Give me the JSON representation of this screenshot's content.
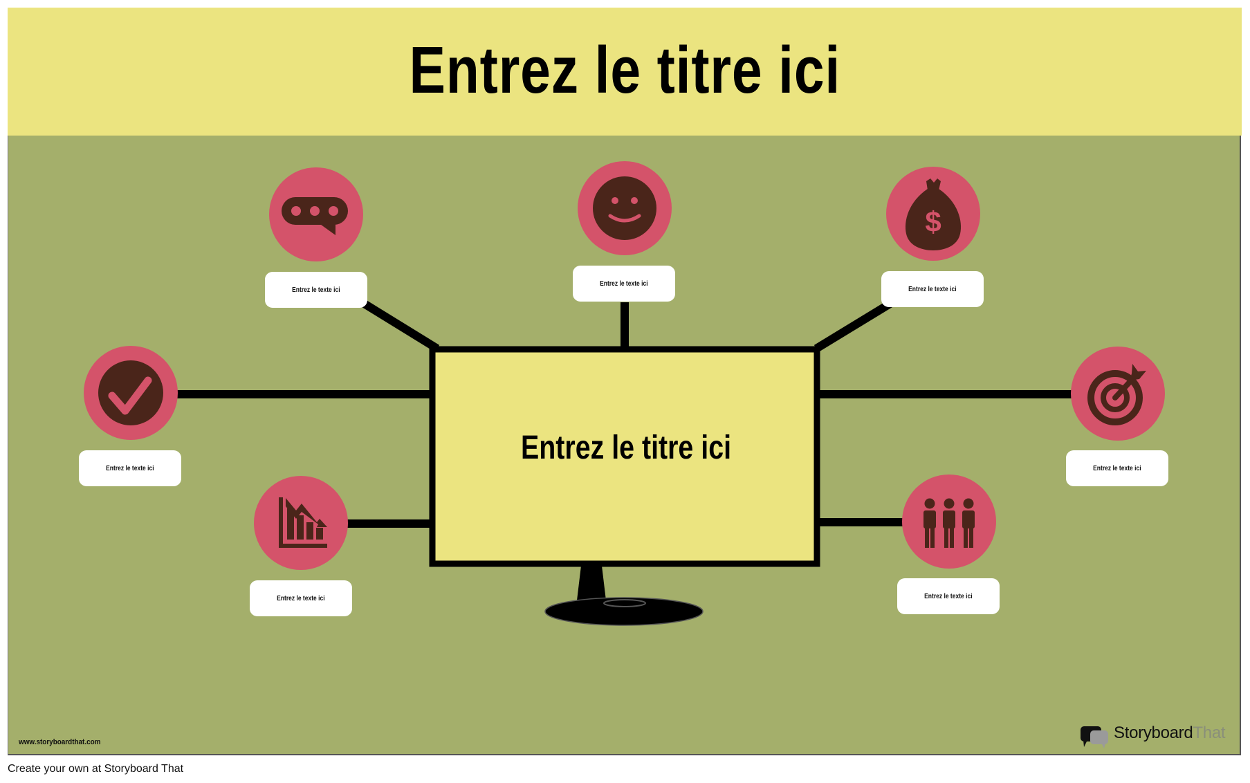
{
  "header": {
    "title": "Entrez le titre ici"
  },
  "center": {
    "title": "Entrez le titre ici"
  },
  "colors": {
    "background": "#a4af6b",
    "header_bg": "#ebe480",
    "screen_bg": "#ebe480",
    "circle": "#d4536a",
    "icon": "#4a251a",
    "line": "#000000",
    "textbox": "#ffffff"
  },
  "nodes": [
    {
      "id": "chat",
      "icon": "chat-bubble-icon",
      "label": "Entrez le texte ici"
    },
    {
      "id": "smiley",
      "icon": "smiley-face-icon",
      "label": "Entrez le texte ici"
    },
    {
      "id": "money",
      "icon": "money-bag-icon",
      "label": "Entrez le texte ici"
    },
    {
      "id": "check",
      "icon": "checkmark-icon",
      "label": "Entrez le texte ici"
    },
    {
      "id": "target",
      "icon": "target-icon",
      "label": "Entrez le texte ici"
    },
    {
      "id": "decline",
      "icon": "declining-chart-icon",
      "label": "Entrez le texte ici"
    },
    {
      "id": "people",
      "icon": "people-group-icon",
      "label": "Entrez le texte ici"
    }
  ],
  "watermark": {
    "url": "www.storyboardthat.com",
    "logo_main": "Storyboard",
    "logo_accent": "That"
  },
  "footer": {
    "text": "Create your own at Storyboard That"
  }
}
